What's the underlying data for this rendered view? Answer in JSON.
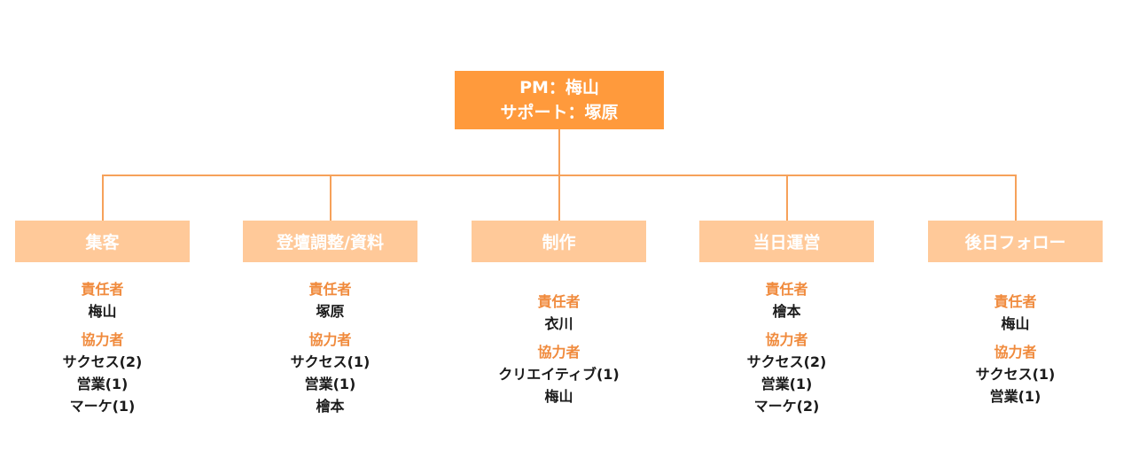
{
  "colors": {
    "root_bg": "#FF9A3C",
    "dept_bg": "#FFC999",
    "line": "#F6A15A",
    "accent": "#F08A3C",
    "text": "#1a1a1a"
  },
  "root": {
    "pm": "PM：梅山",
    "support": "サポート：塚原"
  },
  "departments": [
    {
      "name": "集客",
      "responsible_label": "責任者",
      "responsible": "梅山",
      "cooperator_label": "協力者",
      "cooperators": [
        "サクセス(2)",
        "営業(1)",
        "マーケ(1)"
      ]
    },
    {
      "name": "登壇調整/資料",
      "responsible_label": "責任者",
      "responsible": "塚原",
      "cooperator_label": "協力者",
      "cooperators": [
        "サクセス(1)",
        "営業(1)",
        "檜本"
      ]
    },
    {
      "name": "制作",
      "responsible_label": "責任者",
      "responsible": "衣川",
      "cooperator_label": "協力者",
      "cooperators": [
        "クリエイティブ(1)",
        "梅山"
      ]
    },
    {
      "name": "当日運営",
      "responsible_label": "責任者",
      "responsible": "檜本",
      "cooperator_label": "協力者",
      "cooperators": [
        "サクセス(2)",
        "営業(1)",
        "マーケ(2)"
      ]
    },
    {
      "name": "後日フォロー",
      "responsible_label": "責任者",
      "responsible": "梅山",
      "cooperator_label": "協力者",
      "cooperators": [
        "サクセス(1)",
        "営業(1)"
      ]
    }
  ]
}
